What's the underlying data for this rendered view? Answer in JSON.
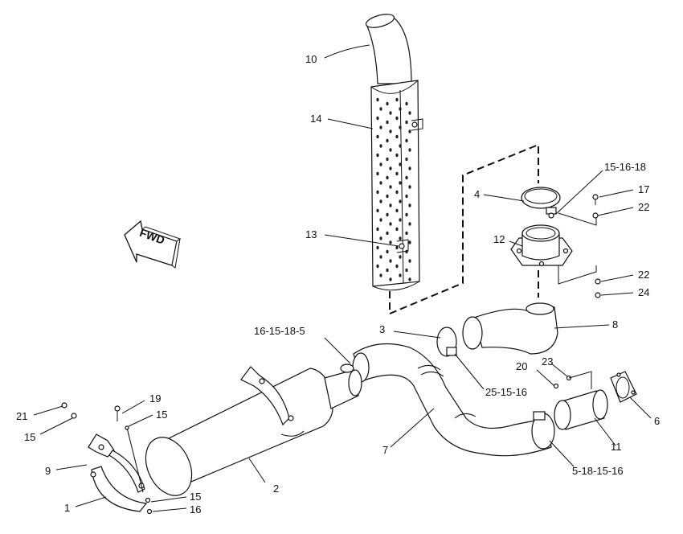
{
  "fwd_label": "FWD",
  "callouts": {
    "c10": "10",
    "c14": "14",
    "c13": "13",
    "c4": "4",
    "c15_16_18": "15-16-18",
    "c17": "17",
    "c22a": "22",
    "c12": "12",
    "c22b": "22",
    "c24": "24",
    "c16_15_18_5": "16-15-18-5",
    "c3": "3",
    "c8": "8",
    "c23": "23",
    "c20": "20",
    "c25_15_16": "25-15-16",
    "c19": "19",
    "c21": "21",
    "c15a": "15",
    "c15b": "15",
    "c9": "9",
    "c1": "1",
    "c15c": "15",
    "c16": "16",
    "c2": "2",
    "c7": "7",
    "c6": "6",
    "c11": "11",
    "c5_18_15_16": "5-18-15-16"
  }
}
